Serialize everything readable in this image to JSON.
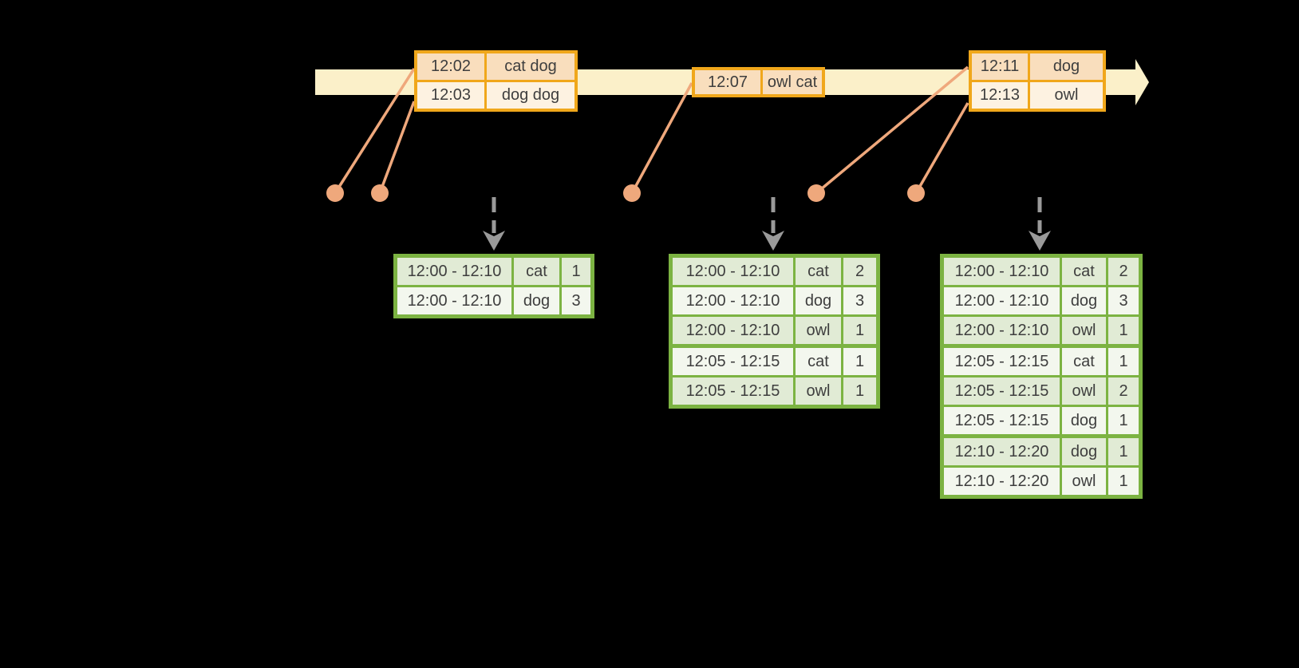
{
  "colors": {
    "background": "#000000",
    "timeline-band": "#FBF0C9",
    "event-border": "#F0A71B",
    "event-fill-dark": "#F9DEBD",
    "event-fill-light": "#FDF2E1",
    "event-fill-single": "#FAE4C8",
    "connector": "#EFA87C",
    "trigger-arrow": "#9A9A9A",
    "result-border": "#7CB342",
    "result-fill-dark": "#E1EBD5",
    "result-fill-light": "#F3F7EE",
    "text": "#3E3E3E"
  },
  "timeline": {
    "event_tables": [
      {
        "rows": [
          {
            "time": "12:02",
            "text": "cat dog"
          },
          {
            "time": "12:03",
            "text": "dog dog"
          }
        ]
      },
      {
        "rows": [
          {
            "time": "12:07",
            "text": "owl cat"
          }
        ]
      },
      {
        "rows": [
          {
            "time": "12:11",
            "text": "dog"
          },
          {
            "time": "12:13",
            "text": "owl"
          }
        ]
      }
    ]
  },
  "result_tables": [
    {
      "rows": [
        {
          "window": "12:00 - 12:10",
          "word": "cat",
          "count": 1
        },
        {
          "window": "12:00 - 12:10",
          "word": "dog",
          "count": 3
        }
      ]
    },
    {
      "rows": [
        {
          "window": "12:00 - 12:10",
          "word": "cat",
          "count": 2
        },
        {
          "window": "12:00 - 12:10",
          "word": "dog",
          "count": 3
        },
        {
          "window": "12:00 - 12:10",
          "word": "owl",
          "count": 1
        },
        {
          "window": "12:05 - 12:15",
          "word": "cat",
          "count": 1
        },
        {
          "window": "12:05 - 12:15",
          "word": "owl",
          "count": 1
        }
      ]
    },
    {
      "rows": [
        {
          "window": "12:00 - 12:10",
          "word": "cat",
          "count": 2
        },
        {
          "window": "12:00 - 12:10",
          "word": "dog",
          "count": 3
        },
        {
          "window": "12:00 - 12:10",
          "word": "owl",
          "count": 1
        },
        {
          "window": "12:05 - 12:15",
          "word": "cat",
          "count": 1
        },
        {
          "window": "12:05 - 12:15",
          "word": "owl",
          "count": 2
        },
        {
          "window": "12:05 - 12:15",
          "word": "dog",
          "count": 1
        },
        {
          "window": "12:10 - 12:20",
          "word": "dog",
          "count": 1
        },
        {
          "window": "12:10 - 12:20",
          "word": "owl",
          "count": 1
        }
      ]
    }
  ]
}
